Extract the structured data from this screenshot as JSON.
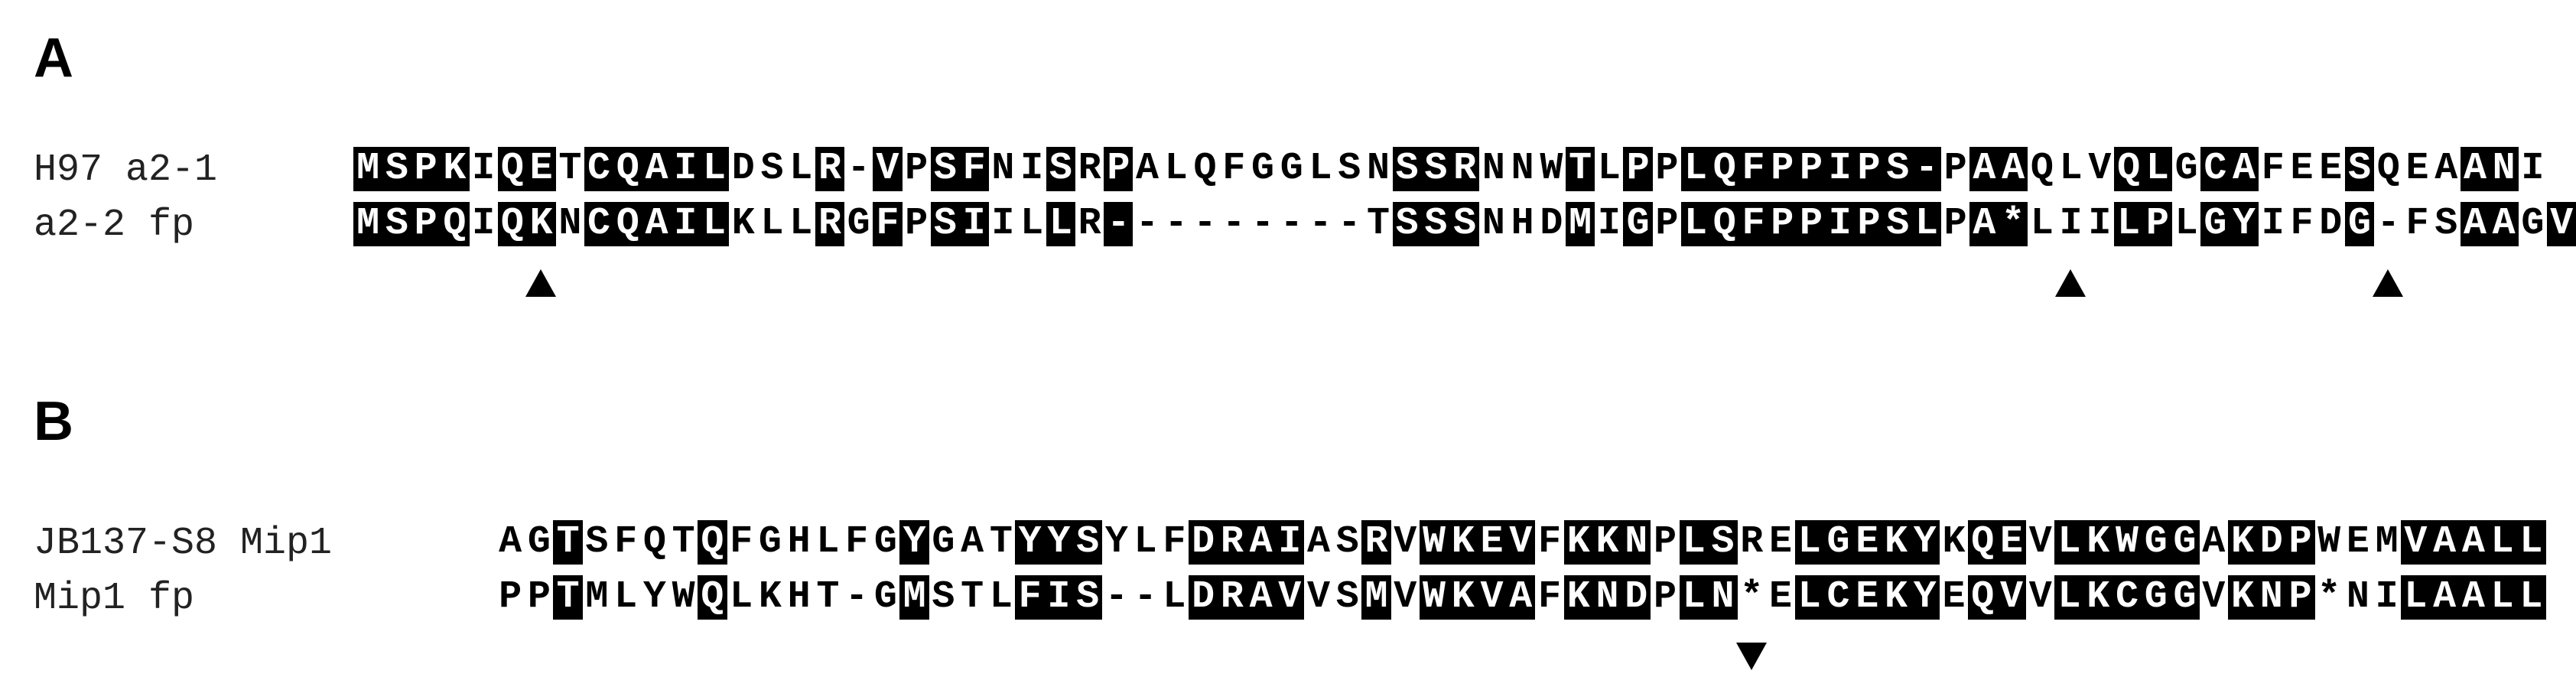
{
  "panels": [
    {
      "label": "A",
      "rows": [
        {
          "name": "H97 a2-1",
          "seq": "MSPKIQETCQAILDSLR-VPSFNISRPALQFGGLSNSSRNNWTLPPLQFPPIPS-PAAQLVQLGCAFEESQEAANI"
        },
        {
          "name": "a2-2 fp",
          "seq": "MSPQIQKNCQAILKLLRGFPSIILLR---------TSSSNHDMIGPLQFPPIPSLPA*LIILPLGYIFDG-FSAAGV"
        }
      ],
      "highlight": "1111011011111000101011001010000000001110001010111111111011000110110001000110111",
      "markers": [
        {
          "col": 6,
          "dir": "up"
        },
        {
          "col": 59,
          "dir": "up"
        },
        {
          "col": 70,
          "dir": "up"
        }
      ]
    },
    {
      "label": "B",
      "rows": [
        {
          "name": "JB137-S8 Mip1",
          "seq": "AGTSFQTQFGHLFGYGATYYSYLFDRAIASRVWKEVFKKNPLSRELGEKYKQEVLKWGGAKDPWEMVAALL"
        },
        {
          "name": "Mip1 fp",
          "seq": "PPTMLYWQLKHT-GMSTLFIS--LDRAVVSMVWKVAFKNDPLN*ELCEKYEQVVLKCGGVKNP*NILAALL"
        }
      ],
      "highlight": "00100001000000100011100011110010111101110110011111011011111011100011111",
      "markers": [
        {
          "col": 43,
          "dir": "down"
        }
      ]
    }
  ],
  "colors": {
    "highlight_bg": "#000000",
    "highlight_fg": "#ffffff",
    "text": "#000000"
  }
}
